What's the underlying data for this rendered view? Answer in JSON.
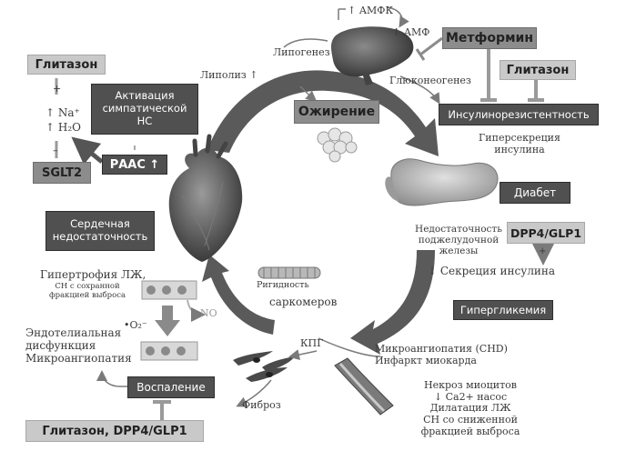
{
  "labels": {
    "ampk": "↑ АМФК",
    "amp": "↑ АМФ",
    "metformin": "Метформин",
    "lipogenesis": "Липогенез",
    "glitazone_top_left": "Глитазон",
    "glitazone_top_right": "Глитазон",
    "lipolysis": "Липолиз ↑",
    "gluconeogenesis": "Глюконеогенез",
    "obesity": "Ожирение",
    "insulin_resistance": "Инсулинорезистентность",
    "insulin_hypersecretion": "Гиперсекреция\nинсулина",
    "na": "↑ Na⁺",
    "h2o": "↑ H₂O",
    "plus_left": "+",
    "minus_left": "–",
    "sympathetic": "Активация\nсимпатической\nНС",
    "raas": "РААС ↑",
    "sglt2": "SGLT2",
    "diabetes": "Диабет",
    "heart_failure": "Сердечная\nнедостаточность",
    "pancreas_insufficiency": "Недостаточность\nподжелудочной\nжелезы",
    "dpp4_glp1_right": "DPP4/GLP1",
    "plus_right": "+",
    "insulin_secretion": "↓ Секреция инсулина",
    "lvh": "Гипертрофия ЛЖ,",
    "hfpef": "СН с сохранной\nфракцией выброса",
    "stiffness": "Ригидность",
    "sarcomeres": "саркомеров",
    "no": "NO",
    "o2": "•O₂⁻",
    "hyperglycemia": "Гипергликемия",
    "endothelial": "Эндотелиальная\nдисфункция\nМикроангиопатия",
    "kpg": "КПГ",
    "microangiopathy_chd": "Микроангиопатия (CHD)\nИнфаркт миокарда",
    "inflammation": "Воспаление",
    "fibrosis": "Фиброз",
    "necrosis_block": "Некроз миоцитов\n↓ Са2+ насос\nДилатация ЛЖ\nСН со сниженной\nфракцией выброса",
    "glitazone_dpp4_bottom": "Глитазон, DPP4/GLP1"
  },
  "icons": {
    "liver": "liver-icon",
    "heart": "heart-icon",
    "pancreas": "pancreas-icon",
    "fat_cells": "fat-cells-icon",
    "sarcomere": "sarcomere-icon",
    "endothelium": "endothelium-cells-icon",
    "fibroblasts": "fibroblast-icon",
    "vessel": "vessel-icon"
  },
  "colors": {
    "dark_box": "#505050",
    "mid_box": "#8c8c8c",
    "light_box": "#c9c9c9",
    "cycle_arrow": "#555555",
    "text": "#3a3a3a"
  }
}
